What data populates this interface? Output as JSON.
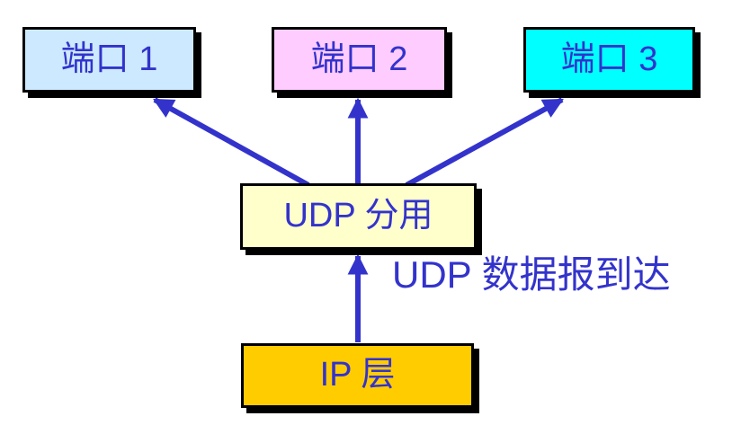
{
  "diagram": {
    "boxes": [
      {
        "id": "port-1",
        "label": "端口 1",
        "fill": "#cce9ff"
      },
      {
        "id": "port-2",
        "label": "端口 2",
        "fill": "#ffccff"
      },
      {
        "id": "port-3",
        "label": "端口 3",
        "fill": "#00ffff"
      },
      {
        "id": "udp-demux",
        "label": "UDP 分用",
        "fill": "#ffffcc"
      },
      {
        "id": "ip-layer",
        "label": "IP 层",
        "fill": "#ffcc00"
      }
    ],
    "edges": [
      {
        "from": "ip-layer",
        "to": "udp-demux"
      },
      {
        "from": "udp-demux",
        "to": "port-1"
      },
      {
        "from": "udp-demux",
        "to": "port-2"
      },
      {
        "from": "udp-demux",
        "to": "port-3"
      }
    ],
    "annotation": "UDP 数据报到达",
    "colors": {
      "arrow": "#3333cc",
      "text": "#3333cc",
      "box_border": "#000000",
      "box_shadow": "#000000",
      "background": "#ffffff"
    }
  }
}
